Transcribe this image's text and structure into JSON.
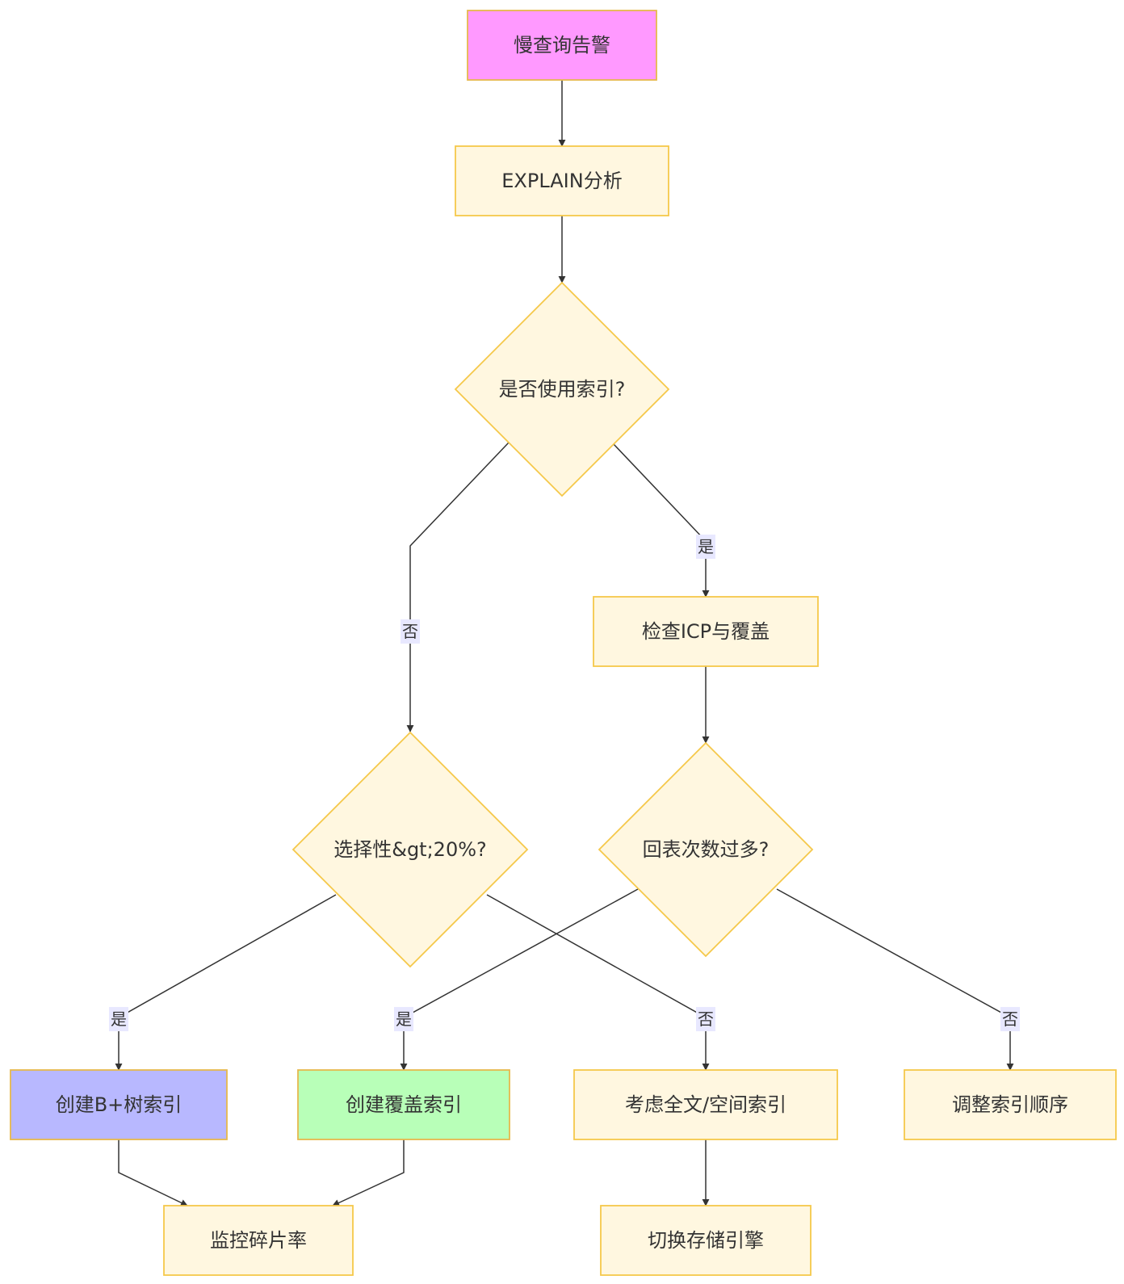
{
  "nodes": [
    {
      "id": "alert",
      "shape": "rect",
      "label": "慢查询告警",
      "fill": "#ff99ff",
      "stroke": "#e6b84d"
    },
    {
      "id": "explain",
      "shape": "rect",
      "label": "EXPLAIN分析",
      "fill": "#fff7e0",
      "stroke": "#f5c84a"
    },
    {
      "id": "use_index",
      "shape": "diamond",
      "label": "是否使用索引?",
      "fill": "#fff7e0",
      "stroke": "#f5c84a"
    },
    {
      "id": "check_icp",
      "shape": "rect",
      "label": "检查ICP与覆盖",
      "fill": "#fff7e0",
      "stroke": "#f5c84a"
    },
    {
      "id": "selectivity",
      "shape": "diamond",
      "label": "选择性&gt;20%?",
      "fill": "#fff7e0",
      "stroke": "#f5c84a"
    },
    {
      "id": "lookups",
      "shape": "diamond",
      "label": "回表次数过多?",
      "fill": "#fff7e0",
      "stroke": "#f5c84a"
    },
    {
      "id": "btree",
      "shape": "rect",
      "label": "创建B+树索引",
      "fill": "#b8b8ff",
      "stroke": "#e6b84d"
    },
    {
      "id": "covering",
      "shape": "rect",
      "label": "创建覆盖索引",
      "fill": "#b8ffb8",
      "stroke": "#e6b84d"
    },
    {
      "id": "fulltext",
      "shape": "rect",
      "label": "考虑全文/空间索引",
      "fill": "#fff7e0",
      "stroke": "#f5c84a"
    },
    {
      "id": "reorder",
      "shape": "rect",
      "label": "调整索引顺序",
      "fill": "#fff7e0",
      "stroke": "#f5c84a"
    },
    {
      "id": "monitor",
      "shape": "rect",
      "label": "监控碎片率",
      "fill": "#fff7e0",
      "stroke": "#f5c84a"
    },
    {
      "id": "engine",
      "shape": "rect",
      "label": "切换存储引擎",
      "fill": "#fff7e0",
      "stroke": "#f5c84a"
    }
  ],
  "edges": [
    {
      "from": "alert",
      "to": "explain",
      "label": ""
    },
    {
      "from": "explain",
      "to": "use_index",
      "label": ""
    },
    {
      "from": "use_index",
      "to": "selectivity",
      "label": "否"
    },
    {
      "from": "use_index",
      "to": "check_icp",
      "label": "是"
    },
    {
      "from": "check_icp",
      "to": "lookups",
      "label": ""
    },
    {
      "from": "selectivity",
      "to": "btree",
      "label": "是"
    },
    {
      "from": "lookups",
      "to": "covering",
      "label": "是"
    },
    {
      "from": "selectivity",
      "to": "fulltext",
      "label": "否"
    },
    {
      "from": "lookups",
      "to": "reorder",
      "label": "否"
    },
    {
      "from": "btree",
      "to": "monitor",
      "label": ""
    },
    {
      "from": "covering",
      "to": "monitor",
      "label": ""
    },
    {
      "from": "fulltext",
      "to": "engine",
      "label": ""
    }
  ],
  "colors": {
    "line": "#333333",
    "label_bg": "#e8e8ff",
    "text": "#333333"
  }
}
